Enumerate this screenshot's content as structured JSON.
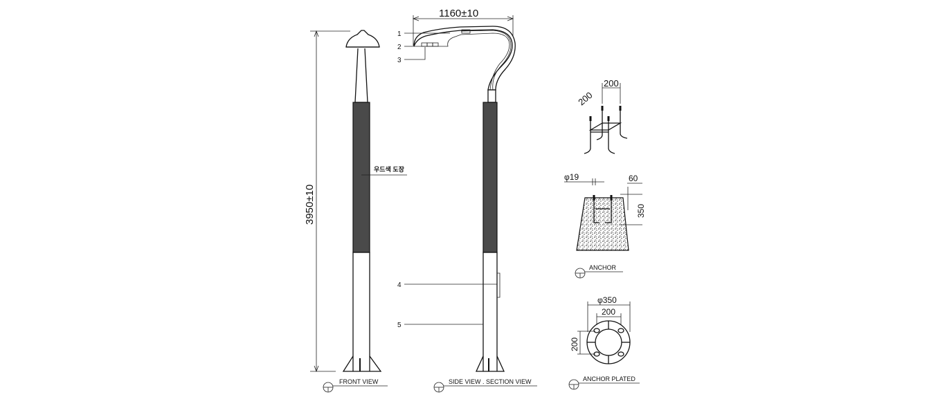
{
  "front_view": {
    "title": "FRONT VIEW",
    "height_dimension": "3950±10",
    "finish_note": "우드색 도장"
  },
  "side_view": {
    "title": "SIDE VIEW . SECTION VIEW",
    "arm_dimension": "1160±10",
    "callouts": [
      "1",
      "2",
      "3",
      "4",
      "5"
    ]
  },
  "anchor": {
    "title": "ANCHOR",
    "cage_dim_a": "200",
    "cage_dim_b": "200",
    "bolt_diameter": "φ19",
    "top_dim": "60",
    "depth_dim": "350"
  },
  "anchor_plated": {
    "title": "ANCHOR PLATED",
    "diameter": "φ350",
    "dim_horizontal": "200",
    "dim_vertical": "200"
  },
  "colors": {
    "wood_section": "#4a4a4a",
    "line": "#111111"
  }
}
